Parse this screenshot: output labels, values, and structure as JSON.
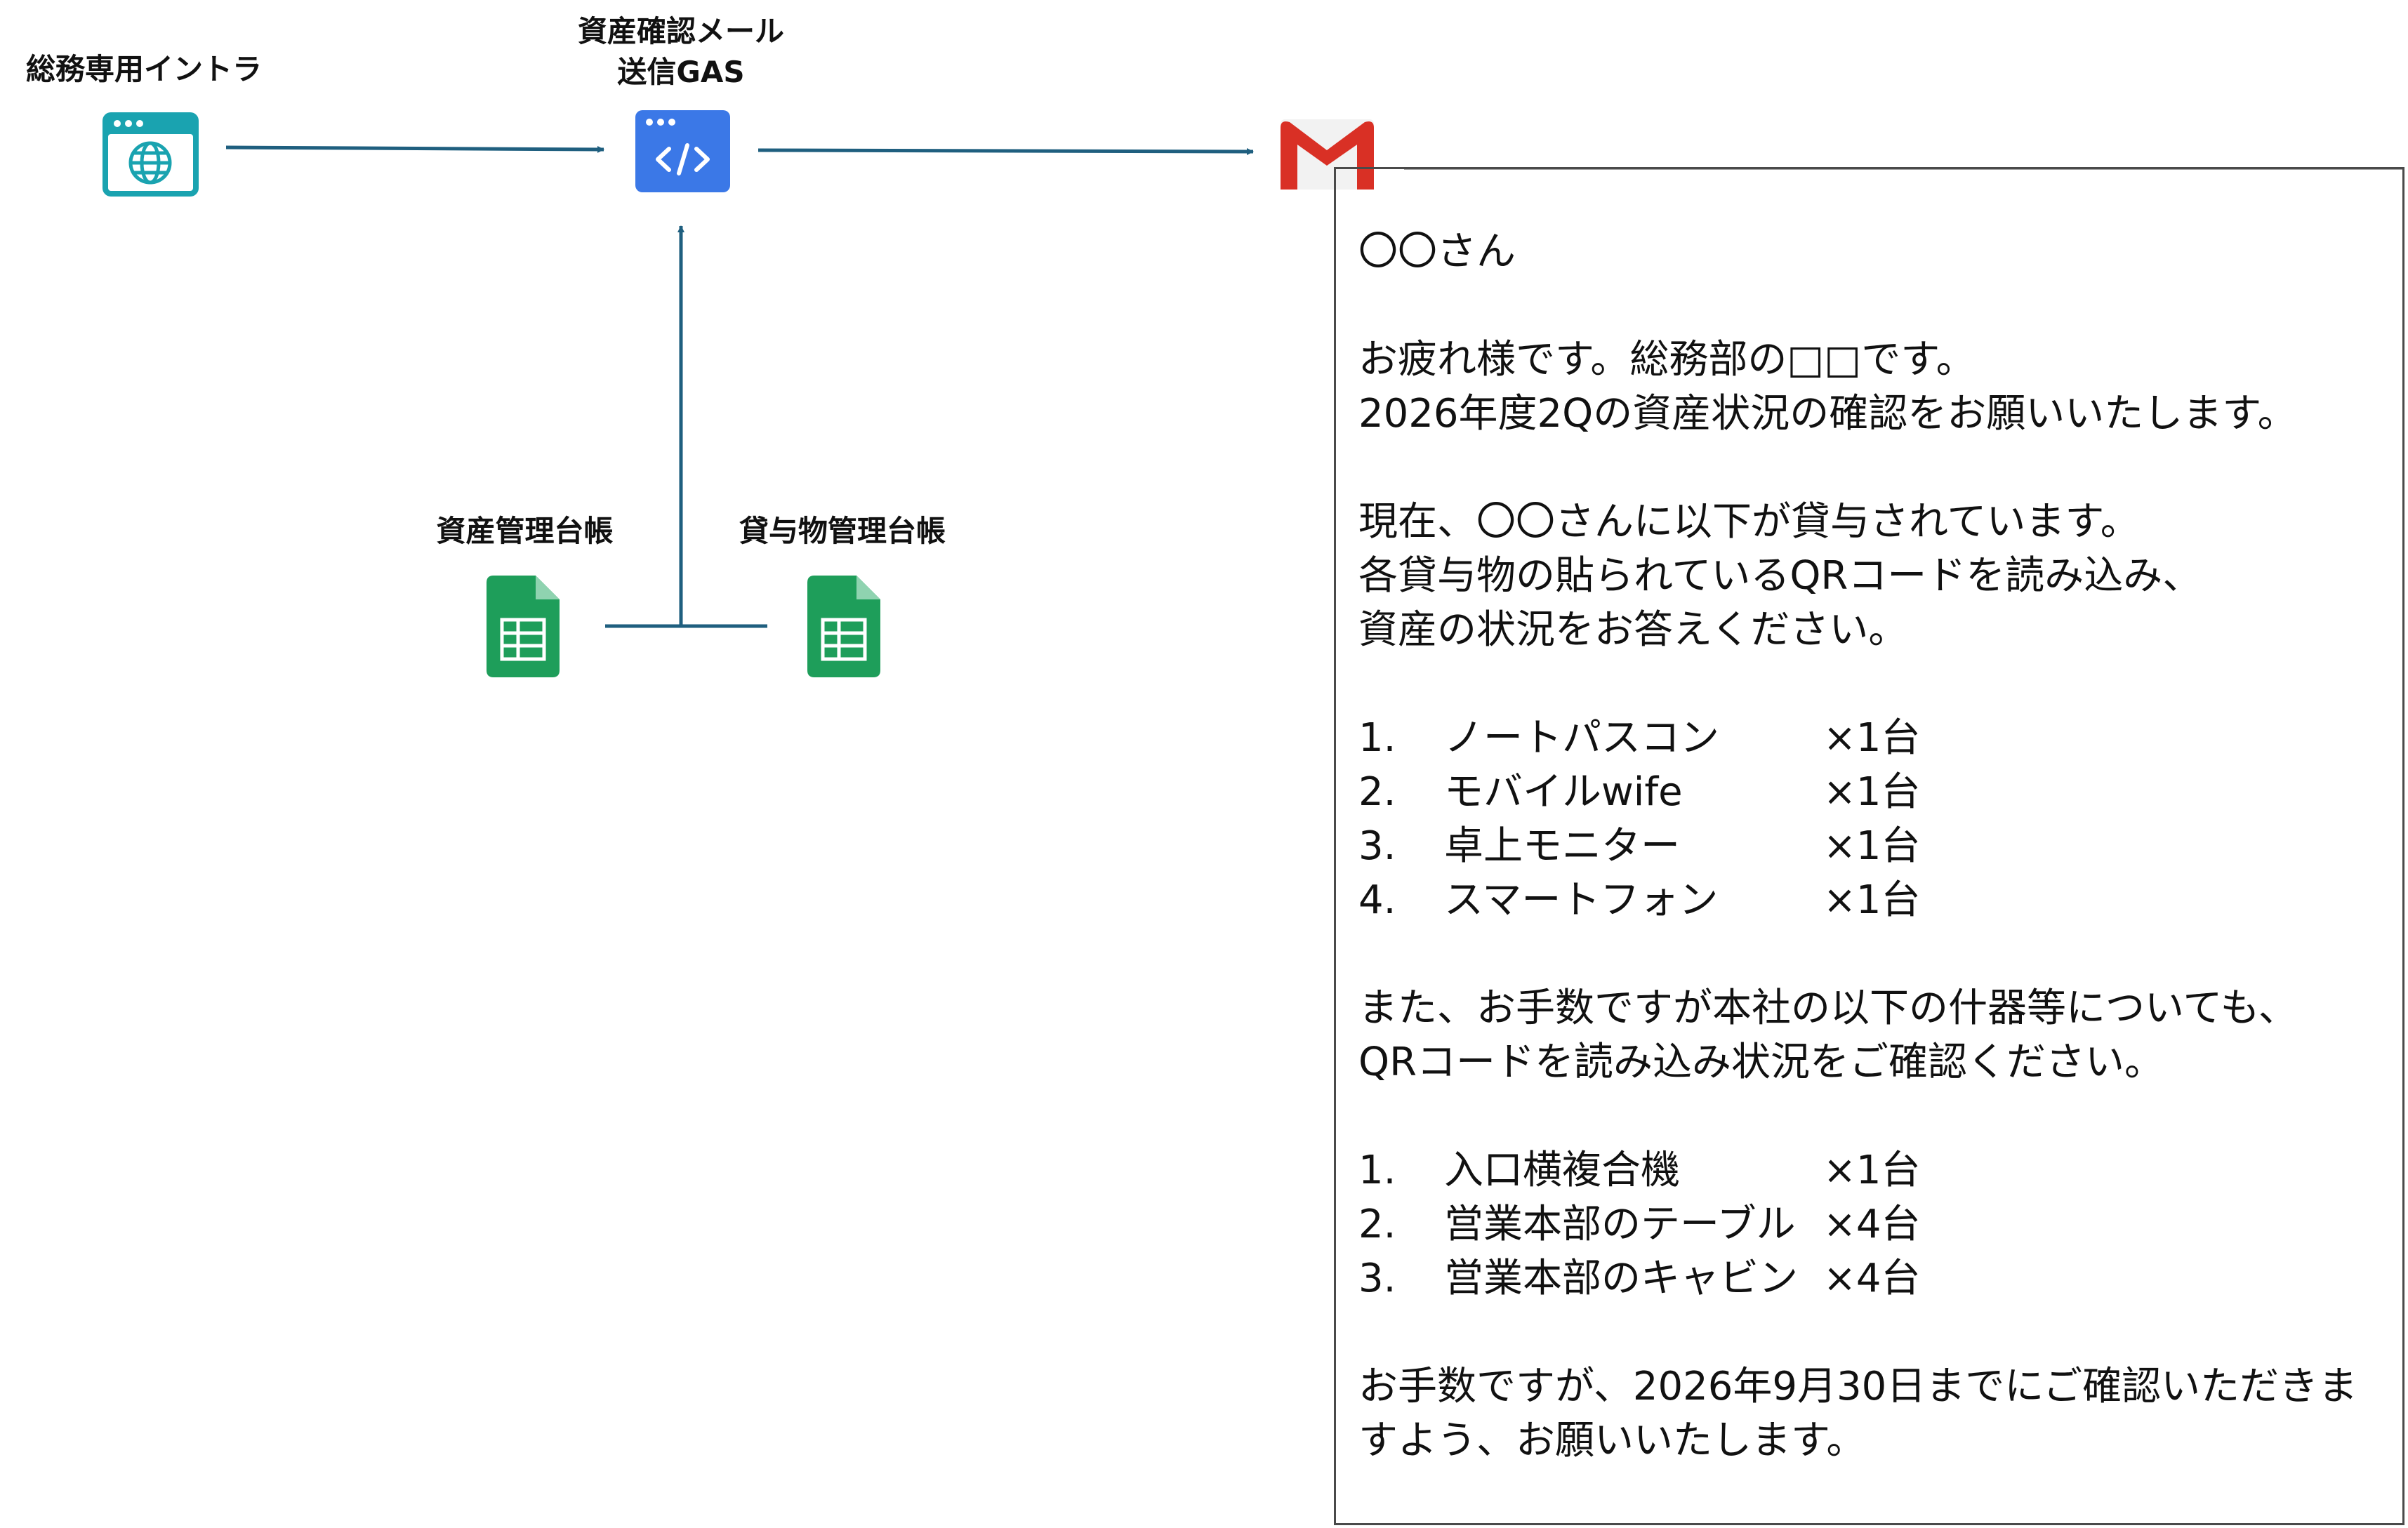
{
  "nodes": {
    "intranet": "総務専用イントラ",
    "gas_line1": "資産確認メール",
    "gas_line2": "送信GAS",
    "asset_ledger": "資産管理台帳",
    "loan_ledger": "貸与物管理台帳"
  },
  "icons": {
    "intranet": "browser-globe-icon",
    "gas": "code-window-icon",
    "gmail": "gmail-icon",
    "sheets": "spreadsheet-icon"
  },
  "colors": {
    "arrow": "#1f5f7f",
    "intranet_icon": "#1aa3b0",
    "gas_icon": "#3b78e7",
    "sheets_icon": "#1e9e5a",
    "gmail_red": "#d93025"
  },
  "mail": {
    "greeting": "〇〇さん",
    "intro1": "お疲れ様です。総務部の□□です。",
    "intro2": "2026年度2Qの資産状況の確認をお願いいたします。",
    "para1_line1": "現在、〇〇さんに以下が貸与されています。",
    "para1_line2": "各貸与物の貼られているQRコードを読み込み、",
    "para1_line3": "資産の状況をお答えください。",
    "loan_items": [
      {
        "num": "1.",
        "name": "ノートパスコン",
        "qty": "×1台"
      },
      {
        "num": "2.",
        "name": "モバイルwife",
        "qty": "×1台"
      },
      {
        "num": "3.",
        "name": "卓上モニター",
        "qty": "×1台"
      },
      {
        "num": "4.",
        "name": "スマートフォン",
        "qty": "×1台"
      }
    ],
    "para2_line1": "また、お手数ですが本社の以下の什器等についても、",
    "para2_line2": "QRコードを読み込み状況をご確認ください。",
    "office_items": [
      {
        "num": "1.",
        "name": "入口横複合機",
        "qty": "×1台"
      },
      {
        "num": "2.",
        "name": "営業本部のテーブル",
        "qty": "×4台"
      },
      {
        "num": "3.",
        "name": "営業本部のキャビン",
        "qty": "×4台"
      }
    ],
    "closing_line1": "お手数ですが、2026年9月30日までにご確認いただきま",
    "closing_line2": "すよう、お願いいたします。"
  }
}
